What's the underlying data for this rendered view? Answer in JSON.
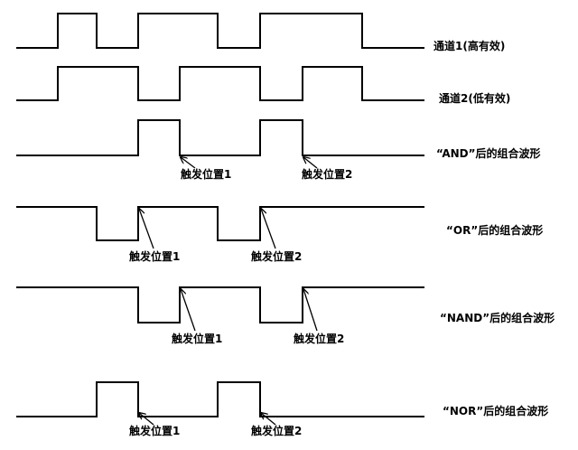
{
  "waveforms": [
    {
      "name": "channel-1",
      "label": "通道1(高有效)"
    },
    {
      "name": "channel-2",
      "label": "通道2(低有效)"
    },
    {
      "name": "and",
      "label": "“AND”后的组合波形"
    },
    {
      "name": "or",
      "label": "“OR”后的组合波形"
    },
    {
      "name": "nand",
      "label": "“NAND”后的组合波形"
    },
    {
      "name": "nor",
      "label": "“NOR”后的组合波形"
    }
  ],
  "triggers": {
    "first": "触发位置1",
    "second": "触发位置2"
  },
  "colors": {
    "line": "#000000",
    "background": "#ffffff"
  }
}
